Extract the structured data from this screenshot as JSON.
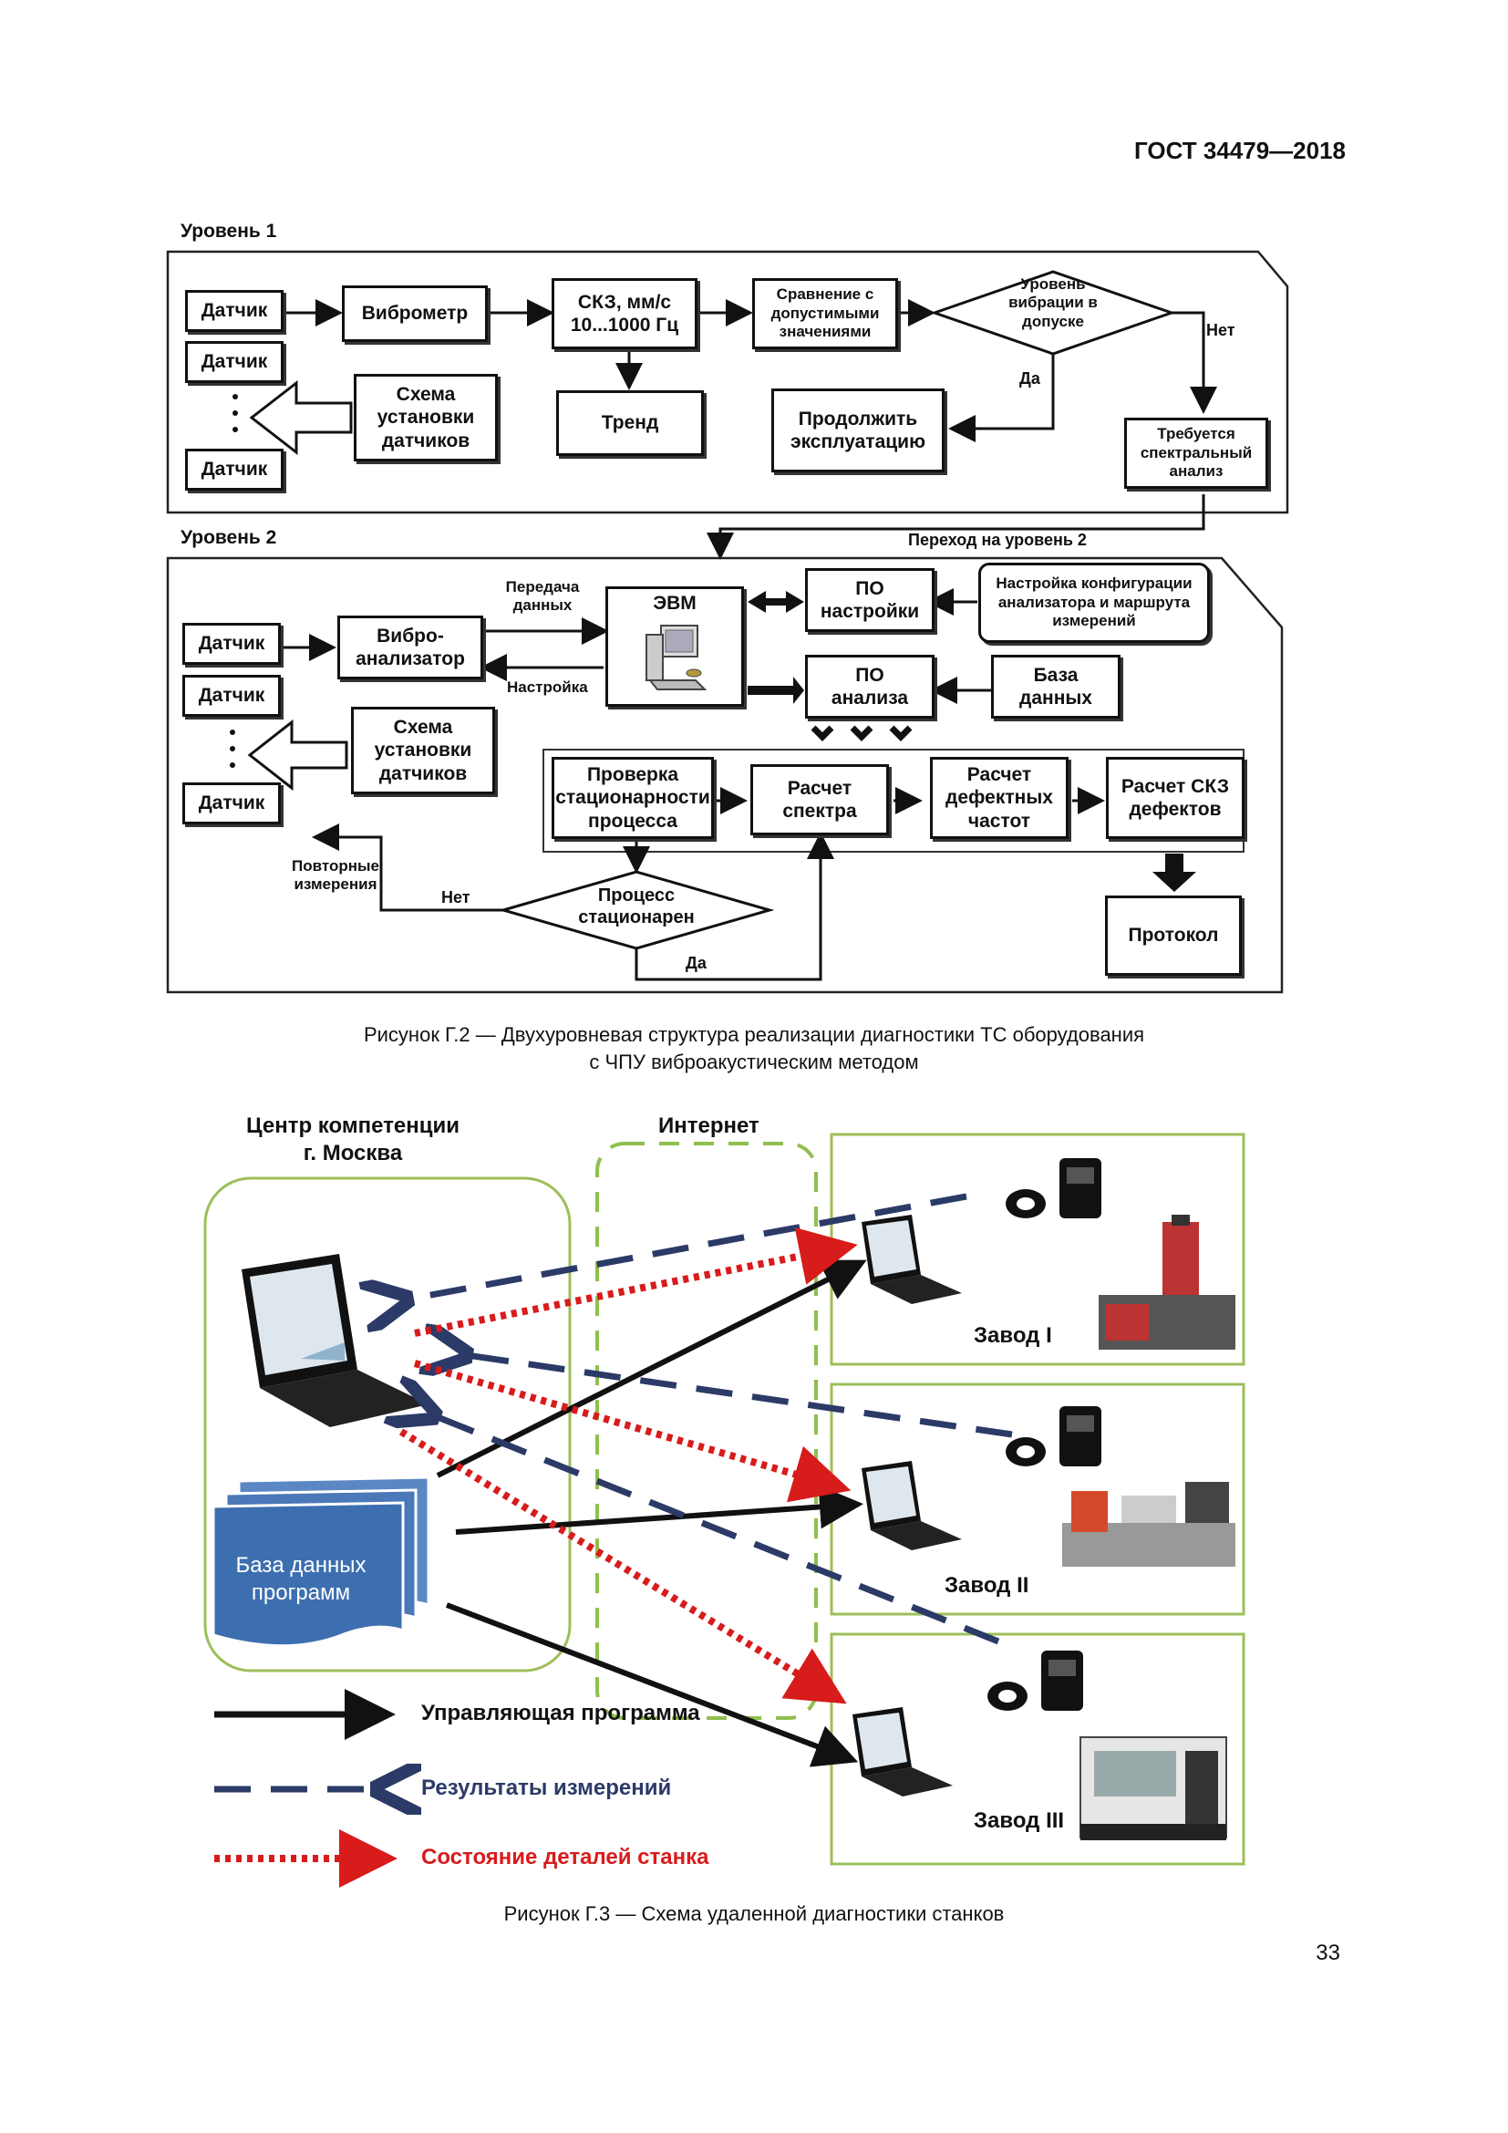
{
  "header": {
    "standard": "ГОСТ 34479—2018"
  },
  "fig2": {
    "level1_title": "Уровень 1",
    "level2_title": "Уровень 2",
    "l1": {
      "sensor1": "Датчик",
      "sensor2": "Датчик",
      "sensor3": "Датчик",
      "vibrometer": "Виброметр",
      "rms": "СКЗ, мм/с\n10...1000 Гц",
      "compare": "Сравнение с допустимыми значениями",
      "decision": "Уровень вибрации в допуске",
      "no": "Нет",
      "yes": "Да",
      "scheme": "Схема установки датчиков",
      "trend": "Тренд",
      "continue": "Продолжить эксплуатацию",
      "spectral": "Требуется спектральный анализ",
      "goto2": "Переход на уровень 2"
    },
    "l2": {
      "sensor1": "Датчик",
      "sensor2": "Датчик",
      "sensor3": "Датчик",
      "analyzer": "Вибро-\nанализатор",
      "transfer": "Передача\nданных",
      "setup": "Настройка",
      "evm": "ЭВМ",
      "po_settings": "ПО\nнастройки",
      "config": "Настройка конфигурации анализатора и маршрута измерений",
      "po_analysis": "ПО\nанализа",
      "database": "База\nданных",
      "scheme": "Схема установки датчиков",
      "stationarity": "Проверка стационарности процесса",
      "spectrum": "Расчет\nспектра",
      "defect_freq": "Расчет дефектных частот",
      "defect_rms": "Расчет СКЗ дефектов",
      "repeat": "Повторные\nизмерения",
      "no": "Нет",
      "process": "Процесс\nстационарен",
      "yes": "Да",
      "protocol": "Протокол"
    },
    "caption_line1": "Рисунок Г.2  — Двухуровневая структура реализации диагностики ТС оборудования",
    "caption_line2": "с ЧПУ виброакустическим методом"
  },
  "fig3": {
    "center_title": "Центр компетенции\nг. Москва",
    "internet": "Интернет",
    "db_programs": "База данных\nпрограмм",
    "factory1": "Завод I",
    "factory2": "Завод II",
    "factory3": "Завод III",
    "legend": [
      {
        "label": "Управляющая программа",
        "color": "#111111"
      },
      {
        "label": "Результаты измерений",
        "color": "#2b3a67"
      },
      {
        "label": "Состояние деталей станка",
        "color": "#d81b1b"
      }
    ],
    "caption": "Рисунок Г.3  — Схема удаленной диагностики станков"
  },
  "page_number": "33",
  "colors": {
    "green_frame": "#9cbf5a",
    "db_blue": "#3d6fb0",
    "internet_green": "#8fbf4d"
  }
}
